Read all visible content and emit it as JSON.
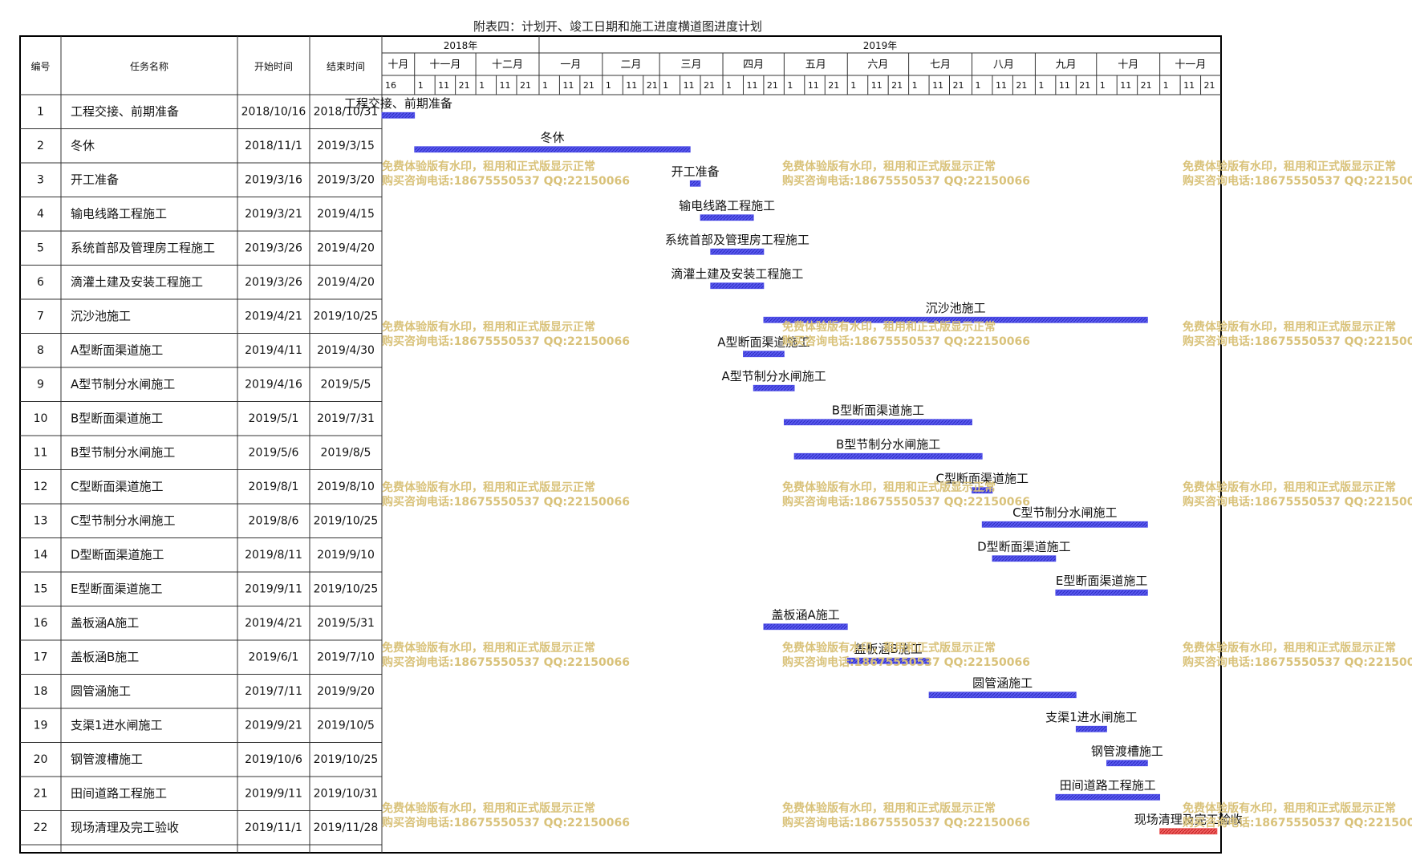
{
  "title": "附表四：计划开、竣工日期和施工进度横道图进度计划",
  "columns": [
    "编号",
    "任务名称",
    "开始时间",
    "结束时间"
  ],
  "chart_data": {
    "type": "bar",
    "subtype": "gantt",
    "x_axis": {
      "years": [
        {
          "label": "2018年",
          "start": "2018-10-16",
          "end": "2018-12-31"
        },
        {
          "label": "2019年",
          "start": "2019-01-01",
          "end": "2019-11-30"
        }
      ],
      "months": [
        {
          "label": "十月",
          "start": "2018-10-16",
          "end": "2018-10-31"
        },
        {
          "label": "十一月",
          "start": "2018-11-01",
          "end": "2018-11-30"
        },
        {
          "label": "十二月",
          "start": "2018-12-01",
          "end": "2018-12-31"
        },
        {
          "label": "一月",
          "start": "2019-01-01",
          "end": "2019-01-31"
        },
        {
          "label": "二月",
          "start": "2019-02-01",
          "end": "2019-02-28"
        },
        {
          "label": "三月",
          "start": "2019-03-01",
          "end": "2019-03-31"
        },
        {
          "label": "四月",
          "start": "2019-04-01",
          "end": "2019-04-30"
        },
        {
          "label": "五月",
          "start": "2019-05-01",
          "end": "2019-05-31"
        },
        {
          "label": "六月",
          "start": "2019-06-01",
          "end": "2019-06-30"
        },
        {
          "label": "七月",
          "start": "2019-07-01",
          "end": "2019-07-31"
        },
        {
          "label": "八月",
          "start": "2019-08-01",
          "end": "2019-08-31"
        },
        {
          "label": "九月",
          "start": "2019-09-01",
          "end": "2019-09-30"
        },
        {
          "label": "十月",
          "start": "2019-10-01",
          "end": "2019-10-31"
        },
        {
          "label": "十一月",
          "start": "2019-11-01",
          "end": "2019-11-30"
        }
      ],
      "day_ticks": [
        {
          "label": "16",
          "date": "2018-10-16"
        },
        {
          "label": "1",
          "date": "2018-11-01"
        },
        {
          "label": "11",
          "date": "2018-11-11"
        },
        {
          "label": "21",
          "date": "2018-11-21"
        },
        {
          "label": "1",
          "date": "2018-12-01"
        },
        {
          "label": "11",
          "date": "2018-12-11"
        },
        {
          "label": "21",
          "date": "2018-12-21"
        },
        {
          "label": "1",
          "date": "2019-01-01"
        },
        {
          "label": "11",
          "date": "2019-01-11"
        },
        {
          "label": "21",
          "date": "2019-01-21"
        },
        {
          "label": "1",
          "date": "2019-02-01"
        },
        {
          "label": "11",
          "date": "2019-02-11"
        },
        {
          "label": "21",
          "date": "2019-02-21"
        },
        {
          "label": "1",
          "date": "2019-03-01"
        },
        {
          "label": "11",
          "date": "2019-03-11"
        },
        {
          "label": "21",
          "date": "2019-03-21"
        },
        {
          "label": "1",
          "date": "2019-04-01"
        },
        {
          "label": "11",
          "date": "2019-04-11"
        },
        {
          "label": "21",
          "date": "2019-04-21"
        },
        {
          "label": "1",
          "date": "2019-05-01"
        },
        {
          "label": "11",
          "date": "2019-05-11"
        },
        {
          "label": "21",
          "date": "2019-05-21"
        },
        {
          "label": "1",
          "date": "2019-06-01"
        },
        {
          "label": "11",
          "date": "2019-06-11"
        },
        {
          "label": "21",
          "date": "2019-06-21"
        },
        {
          "label": "1",
          "date": "2019-07-01"
        },
        {
          "label": "11",
          "date": "2019-07-11"
        },
        {
          "label": "21",
          "date": "2019-07-21"
        },
        {
          "label": "1",
          "date": "2019-08-01"
        },
        {
          "label": "11",
          "date": "2019-08-11"
        },
        {
          "label": "21",
          "date": "2019-08-21"
        },
        {
          "label": "1",
          "date": "2019-09-01"
        },
        {
          "label": "11",
          "date": "2019-09-11"
        },
        {
          "label": "21",
          "date": "2019-09-21"
        },
        {
          "label": "1",
          "date": "2019-10-01"
        },
        {
          "label": "11",
          "date": "2019-10-11"
        },
        {
          "label": "21",
          "date": "2019-10-21"
        },
        {
          "label": "1",
          "date": "2019-11-01"
        },
        {
          "label": "11",
          "date": "2019-11-11"
        },
        {
          "label": "21",
          "date": "2019-11-21"
        }
      ],
      "xlim": [
        "2018-10-16",
        "2019-11-30"
      ]
    },
    "tasks": [
      {
        "id": "1",
        "name": "工程交接、前期准备",
        "start": "2018/10/16",
        "end": "2018/10/31"
      },
      {
        "id": "2",
        "name": "冬休",
        "start": "2018/11/1",
        "end": "2019/3/15"
      },
      {
        "id": "3",
        "name": "开工准备",
        "start": "2019/3/16",
        "end": "2019/3/20"
      },
      {
        "id": "4",
        "name": "输电线路工程施工",
        "start": "2019/3/21",
        "end": "2019/4/15"
      },
      {
        "id": "5",
        "name": "系统首部及管理房工程施工",
        "start": "2019/3/26",
        "end": "2019/4/20"
      },
      {
        "id": "6",
        "name": "滴灌土建及安装工程施工",
        "start": "2019/3/26",
        "end": "2019/4/20"
      },
      {
        "id": "7",
        "name": "沉沙池施工",
        "start": "2019/4/21",
        "end": "2019/10/25"
      },
      {
        "id": "8",
        "name": "A型断面渠道施工",
        "start": "2019/4/11",
        "end": "2019/4/30"
      },
      {
        "id": "9",
        "name": "A型节制分水闸施工",
        "start": "2019/4/16",
        "end": "2019/5/5"
      },
      {
        "id": "10",
        "name": "B型断面渠道施工",
        "start": "2019/5/1",
        "end": "2019/7/31"
      },
      {
        "id": "11",
        "name": "B型节制分水闸施工",
        "start": "2019/5/6",
        "end": "2019/8/5"
      },
      {
        "id": "12",
        "name": "C型断面渠道施工",
        "start": "2019/8/1",
        "end": "2019/8/10"
      },
      {
        "id": "13",
        "name": "C型节制分水闸施工",
        "start": "2019/8/6",
        "end": "2019/10/25"
      },
      {
        "id": "14",
        "name": "D型断面渠道施工",
        "start": "2019/8/11",
        "end": "2019/9/10"
      },
      {
        "id": "15",
        "name": "E型断面渠道施工",
        "start": "2019/9/11",
        "end": "2019/10/25"
      },
      {
        "id": "16",
        "name": "盖板涵A施工",
        "start": "2019/4/21",
        "end": "2019/5/31"
      },
      {
        "id": "17",
        "name": "盖板涵B施工",
        "start": "2019/6/1",
        "end": "2019/7/10"
      },
      {
        "id": "18",
        "name": "圆管涵施工",
        "start": "2019/7/11",
        "end": "2019/9/20"
      },
      {
        "id": "19",
        "name": "支渠1进水闸施工",
        "start": "2019/9/21",
        "end": "2019/10/5"
      },
      {
        "id": "20",
        "name": "钢管渡槽施工",
        "start": "2019/10/6",
        "end": "2019/10/25"
      },
      {
        "id": "21",
        "name": "田间道路工程施工",
        "start": "2019/9/11",
        "end": "2019/10/31"
      },
      {
        "id": "22",
        "name": "现场清理及完工验收",
        "start": "2019/11/1",
        "end": "2019/11/28"
      }
    ],
    "colors": {
      "bar": "#4a4ae6",
      "bar_last": "#e84a4a",
      "watermark": "#d9c27a"
    }
  },
  "watermark": {
    "line1": "免费体验版有水印，租用和正式版显示正常",
    "line2": "购买咨询电话:18675550537 QQ:22150066"
  }
}
